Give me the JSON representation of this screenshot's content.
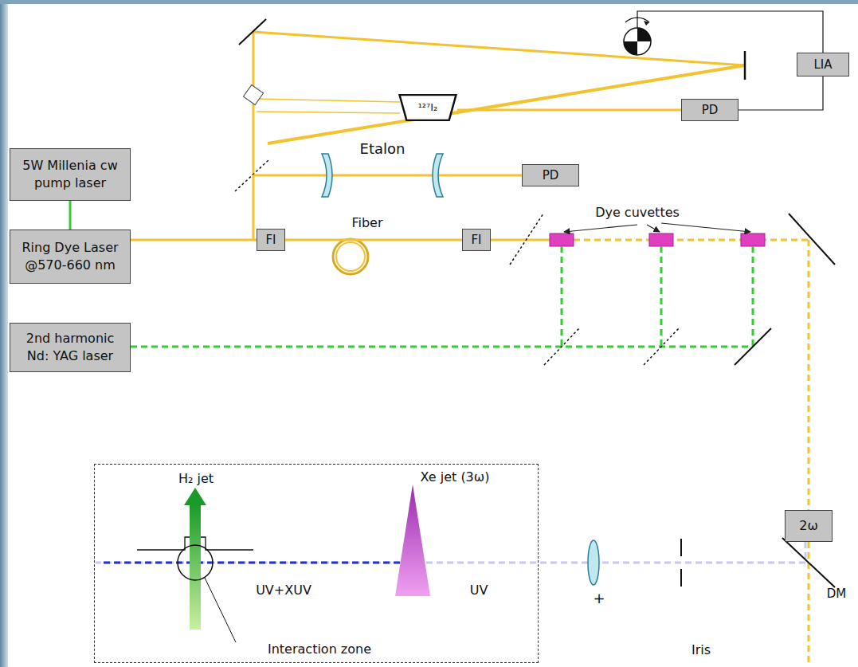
{
  "diagram": {
    "nodes": [
      {
        "text": [
          "5W Millenia cw pump laser"
        ]
      },
      {
        "text": [
          "Ring Dye Laser @570-660 nm"
        ]
      },
      {
        "text": [
          "FI"
        ]
      },
      {
        "text": [
          "FI"
        ]
      },
      {
        "text": [
          "2nd harmonic Nd: YAG laser"
        ]
      },
      {
        "text": [
          "LIA"
        ]
      },
      {
        "text": [
          "PD"
        ]
      },
      {
        "text": [
          "¹²⁷I₂"
        ]
      },
      {
        "text": [
          "PD"
        ]
      },
      {
        "text": [
          "2ω"
        ]
      },
      {
        "text": [
          "H₂ jet",
          "Xe jet (3ω)",
          "UV+XUV",
          "UV",
          "Interaction zone"
        ]
      }
    ],
    "edges": [
      {
        "from": 0,
        "to": 1,
        "arrow": "none"
      },
      {
        "from": 1,
        "to": 2,
        "arrow": "none"
      },
      {
        "from": 2,
        "to": 3,
        "label": "Fiber",
        "arrow": "none"
      },
      {
        "from": 7,
        "to": 6,
        "arrow": "none"
      },
      {
        "from": 6,
        "to": 5,
        "arrow": "none"
      }
    ],
    "labels": [
      "Etalon",
      "Dye cuvettes",
      "Iris",
      "+",
      "DM"
    ]
  }
}
